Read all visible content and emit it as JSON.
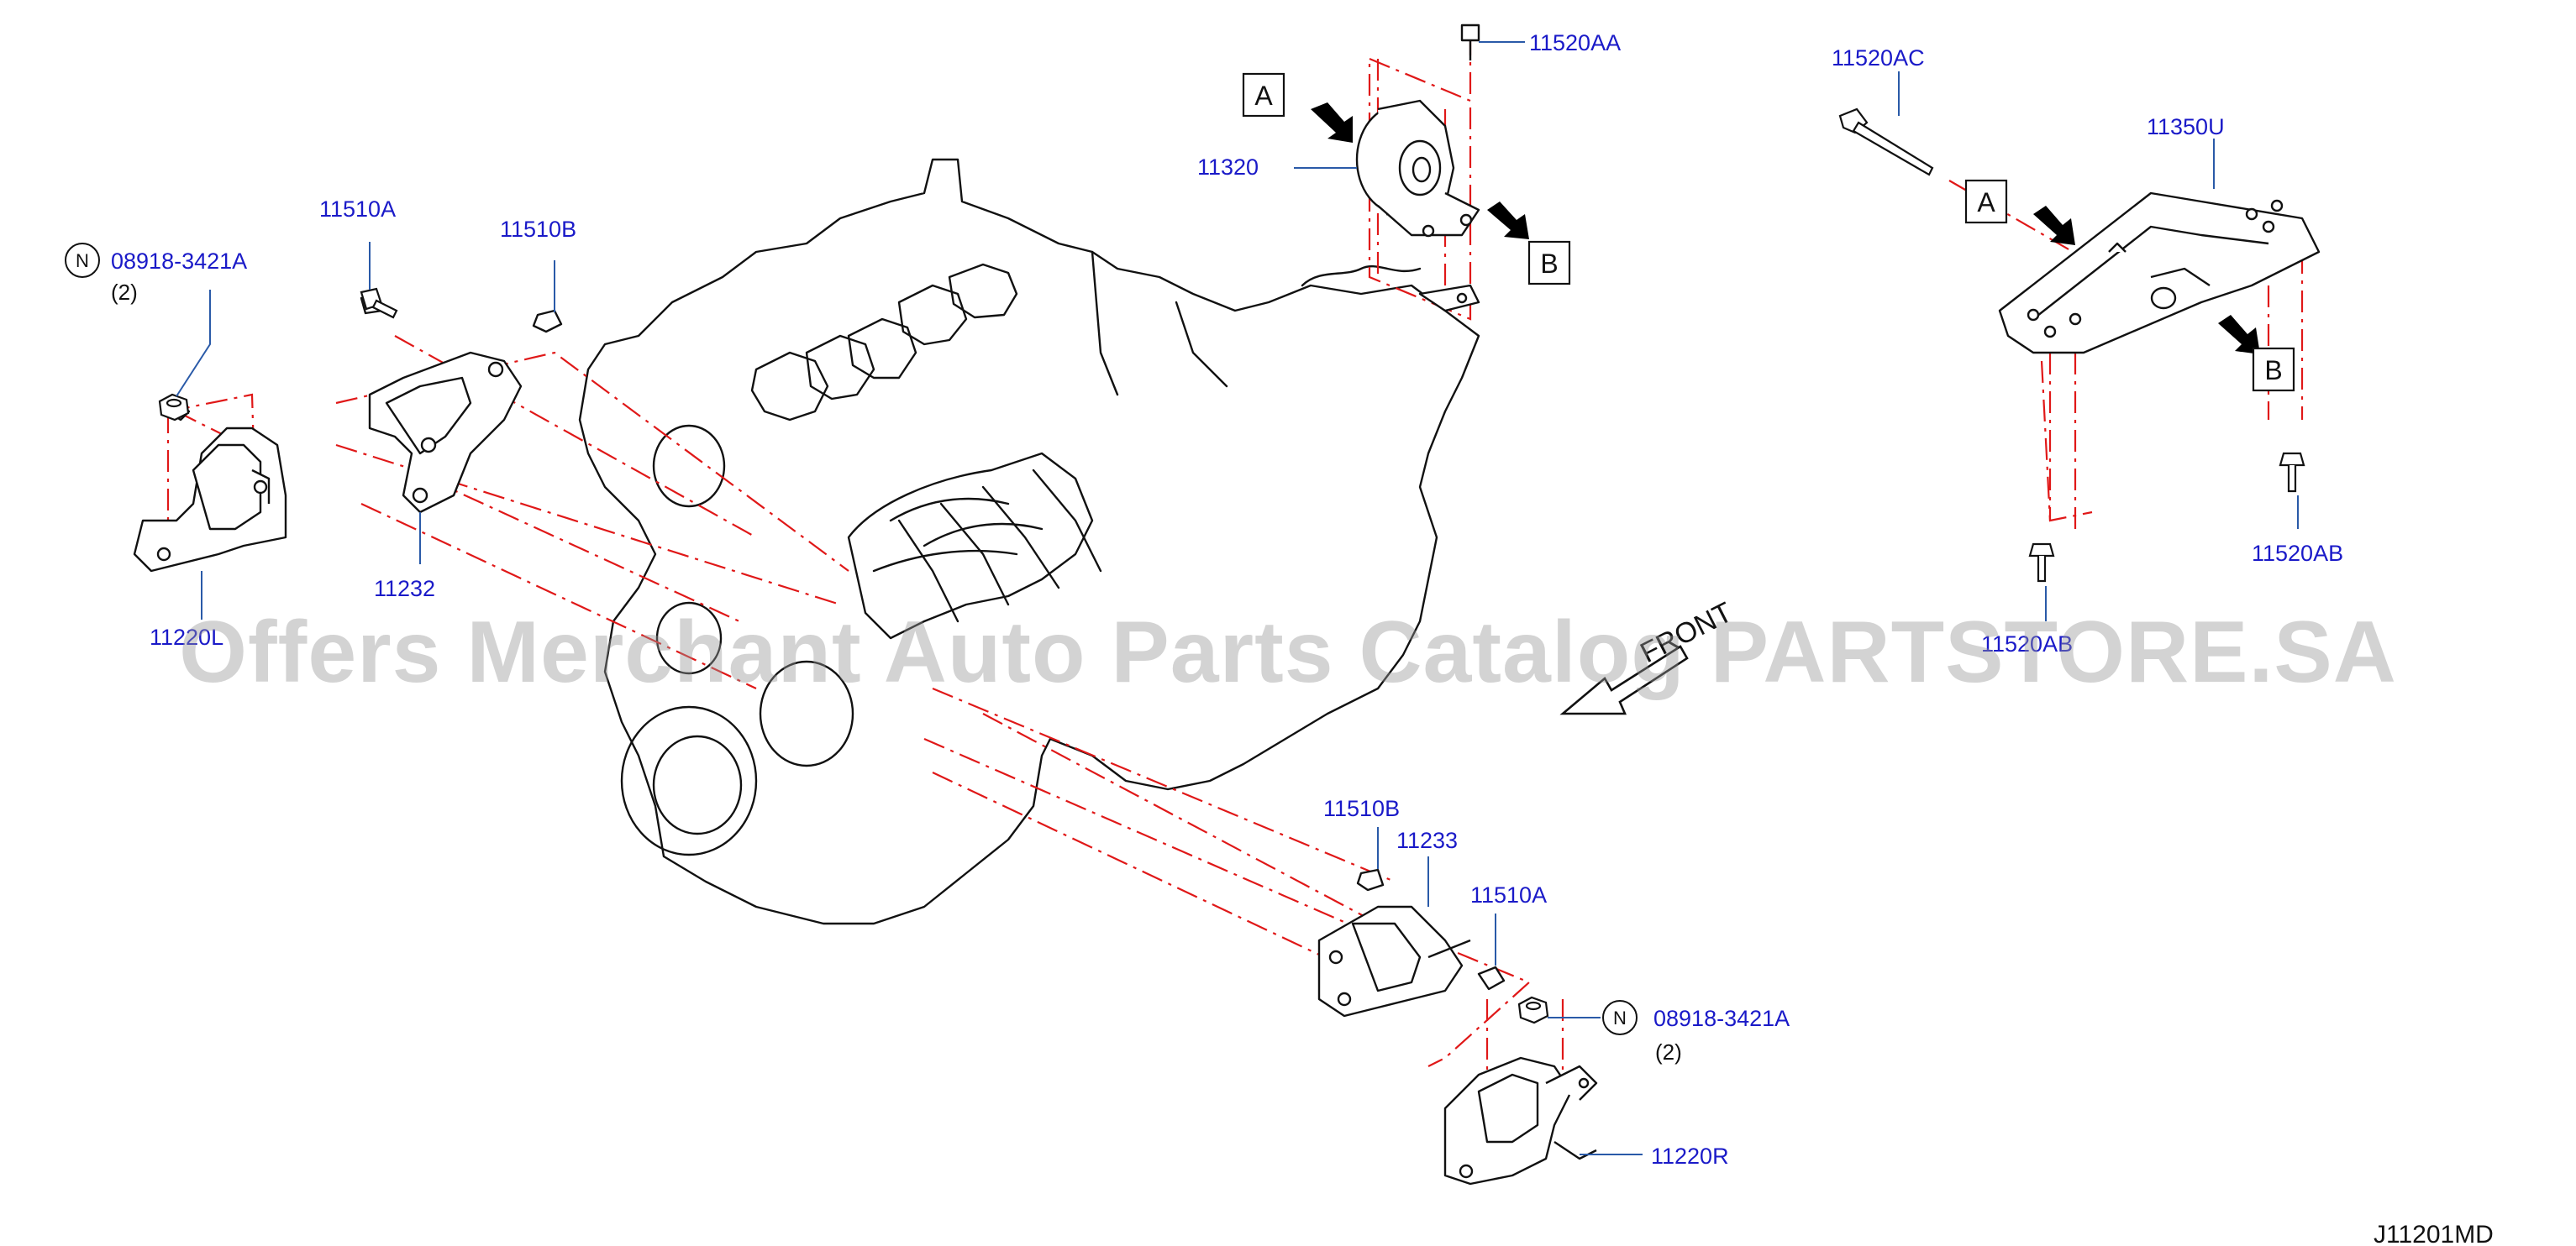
{
  "colors": {
    "callout": "#1a1ac8",
    "leader": "#2a5aa8",
    "explode_line": "#e01818",
    "outline": "#111111",
    "watermark": "#969696"
  },
  "labels": {
    "p11520AA": "11520AA",
    "p11320": "11320",
    "p11520AC": "11520AC",
    "p11350U": "11350U",
    "p11510A_left": "11510A",
    "p11510B_left": "11510B",
    "p08918_left": "08918-3421A",
    "p11232": "11232",
    "p11220L": "11220L",
    "p11520AB_right": "11520AB",
    "p11520AB_lower": "11520AB",
    "p11510B_right": "11510B",
    "p11233": "11233",
    "p11510A_right": "11510A",
    "p08918_right": "08918-3421A",
    "p11220R": "11220R"
  },
  "quantities": {
    "left": "(2)",
    "right": "(2)"
  },
  "refs": {
    "a_top": "A",
    "b_top": "B",
    "a_right": "A",
    "b_right": "B"
  },
  "symbols": {
    "n_left": "N",
    "n_right": "N"
  },
  "front_marker": "FRONT",
  "diagram_code": "J11201MD",
  "watermark": "Offers Merchant Auto Parts Catalog PARTSTORE.SA"
}
